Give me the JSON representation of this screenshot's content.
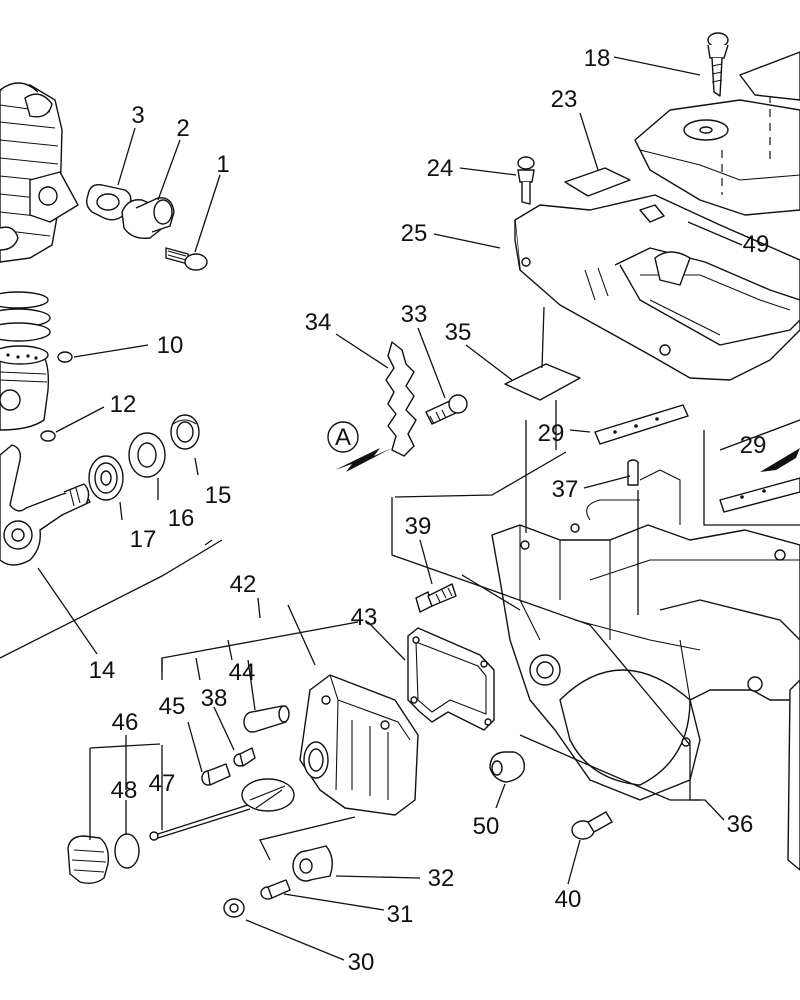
{
  "callouts": {
    "c1": "1",
    "c2": "2",
    "c3": "3",
    "c10": "10",
    "c12": "12",
    "c14": "14",
    "c15": "15",
    "c16": "16",
    "c17": "17",
    "c18": "18",
    "c23": "23",
    "c24": "24",
    "c25": "25",
    "c29a": "29",
    "c29b": "29",
    "c30": "30",
    "c31": "31",
    "c32": "32",
    "c33": "33",
    "c34": "34",
    "c35": "35",
    "c36": "36",
    "c37": "37",
    "c38": "38",
    "c39": "39",
    "c40": "40",
    "c42": "42",
    "c43": "43",
    "c44": "44",
    "c45": "45",
    "c46": "46",
    "c47": "47",
    "c48": "48",
    "c49": "49",
    "c50": "50"
  },
  "view_marker": "A",
  "colors": {
    "line": "#111111",
    "background": "#ffffff"
  }
}
